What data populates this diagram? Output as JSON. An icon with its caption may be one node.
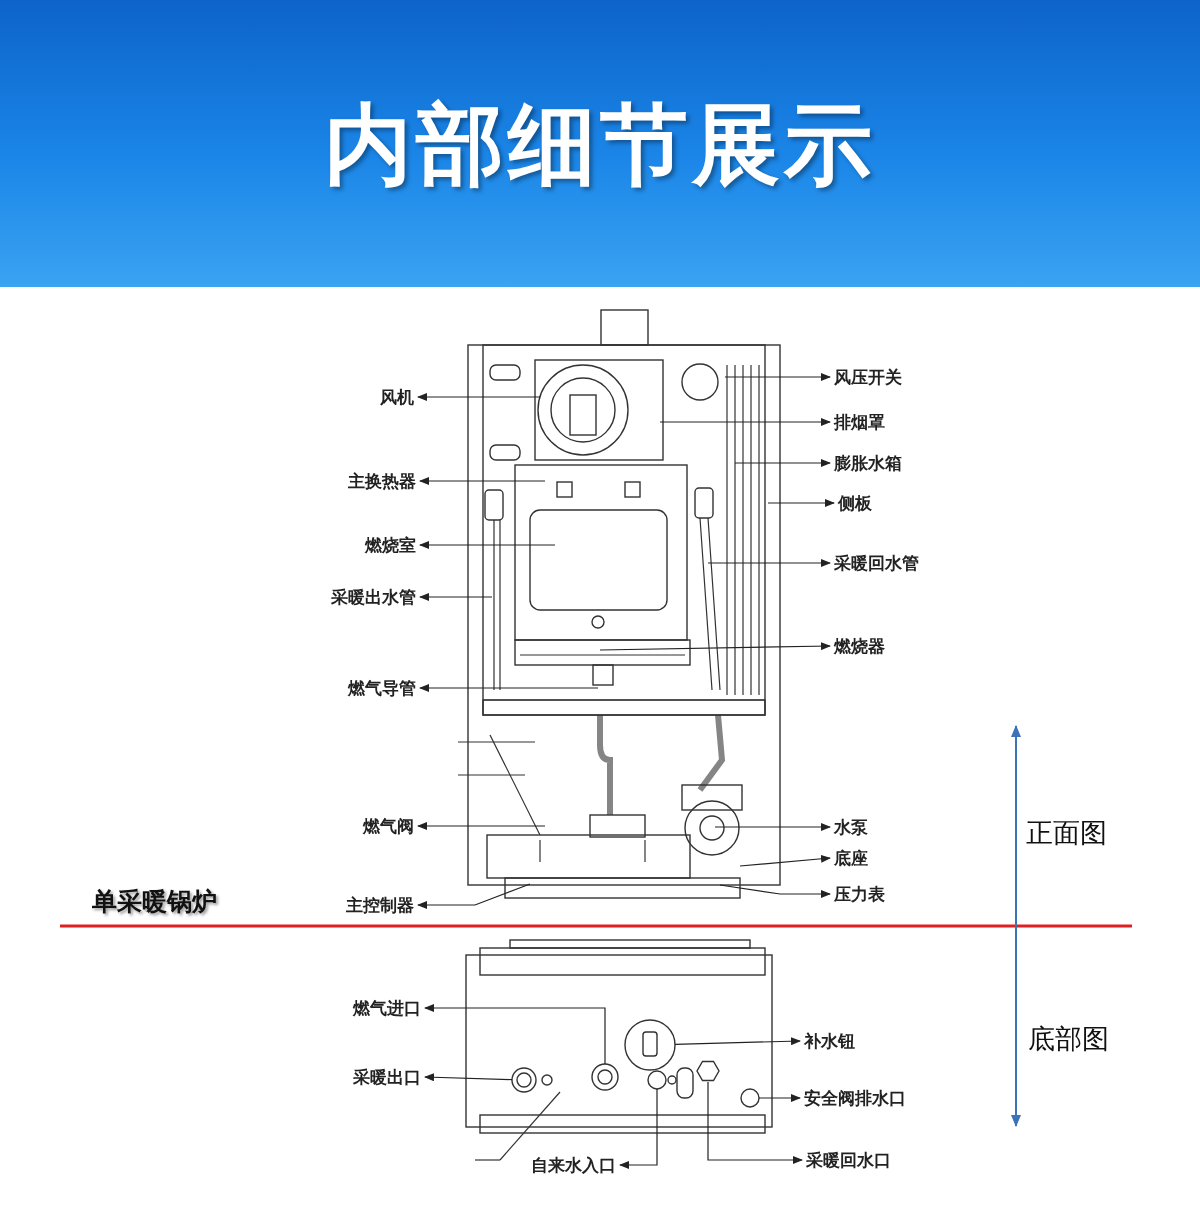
{
  "diagram": {
    "title": "内部细节展示",
    "nodes": [
      {
        "text": [
          "风机"
        ]
      },
      {
        "text": [
          "主换热器"
        ]
      },
      {
        "text": [
          "燃烧室"
        ]
      },
      {
        "text": [
          "采暖出水管"
        ]
      },
      {
        "text": [
          "燃气导管"
        ]
      },
      {
        "text": [
          "燃气阀"
        ]
      },
      {
        "text": [
          "主控制器"
        ]
      },
      {
        "text": [
          "风压开关"
        ]
      },
      {
        "text": [
          "排烟罩"
        ]
      },
      {
        "text": [
          "膨胀水箱"
        ]
      },
      {
        "text": [
          "侧板"
        ]
      },
      {
        "text": [
          "采暖回水管"
        ]
      },
      {
        "text": [
          "燃烧器"
        ]
      },
      {
        "text": [
          "水泵"
        ]
      },
      {
        "text": [
          "底座"
        ]
      },
      {
        "text": [
          "压力表"
        ]
      },
      {
        "text": [
          "燃气进口"
        ]
      },
      {
        "text": [
          "采暖出口"
        ]
      },
      {
        "text": [
          "补水钮"
        ]
      },
      {
        "text": [
          "安全阀排水口"
        ]
      },
      {
        "text": [
          "自来水入口"
        ]
      },
      {
        "text": [
          "采暖回水口"
        ]
      },
      {
        "text": [],
        "shape": "circle"
      },
      {
        "text": [],
        "shape": "circle"
      },
      {
        "text": [],
        "shape": "circle"
      },
      {
        "text": [],
        "shape": "circle"
      },
      {
        "text": [],
        "shape": "hexagon"
      },
      {
        "text": [],
        "shape": "circle"
      }
    ],
    "edges": [
      {
        "from": null,
        "to": 0,
        "arrow": "to"
      },
      {
        "from": null,
        "to": 1,
        "arrow": "to"
      },
      {
        "from": null,
        "to": 2,
        "arrow": "to"
      },
      {
        "from": null,
        "to": 3,
        "arrow": "to"
      },
      {
        "from": null,
        "to": 4,
        "arrow": "to"
      },
      {
        "from": null,
        "to": 5,
        "arrow": "to"
      },
      {
        "from": null,
        "to": 6,
        "arrow": "to"
      },
      {
        "from": null,
        "to": 7,
        "arrow": "to"
      },
      {
        "from": null,
        "to": 8,
        "arrow": "to"
      },
      {
        "from": null,
        "to": 9,
        "arrow": "to"
      },
      {
        "from": null,
        "to": 10,
        "arrow": "to"
      },
      {
        "from": null,
        "to": 11,
        "arrow": "to"
      },
      {
        "from": null,
        "to": 12,
        "arrow": "to"
      },
      {
        "from": null,
        "to": 13,
        "arrow": "to"
      },
      {
        "from": null,
        "to": 14,
        "arrow": "to"
      },
      {
        "from": null,
        "to": 15,
        "arrow": "to"
      },
      {
        "from": 23,
        "to": 16,
        "arrow": "to"
      },
      {
        "from": 22,
        "to": 17,
        "arrow": "to"
      },
      {
        "from": 24,
        "to": 18,
        "arrow": "to"
      },
      {
        "from": 27,
        "to": 19,
        "arrow": "to"
      },
      {
        "from": 25,
        "to": 20,
        "arrow": "to"
      },
      {
        "from": 26,
        "to": 21,
        "arrow": "to"
      }
    ],
    "labels": [
      "单采暖锅炉",
      "正面图",
      "底部图"
    ]
  }
}
